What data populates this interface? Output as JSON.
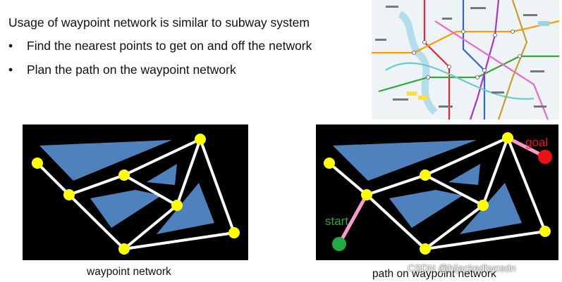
{
  "slide": {
    "headline": "Usage of waypoint network is similar to subway system",
    "bullets": [
      "Find the nearest points to get on and off the network",
      "Plan the path on the waypoint network"
    ],
    "bullet_glyph": "•"
  },
  "left_diagram": {
    "caption": "waypoint network"
  },
  "right_diagram": {
    "caption": "path on waypoint network",
    "start_label": "start",
    "goal_label": "goal"
  },
  "watermark": "CSDN @hijackedbycsdn",
  "colors": {
    "background": "#000000",
    "obstacle": "#4f81bd",
    "edge": "#ffffff",
    "waypoint": "#ffff00",
    "path_link": "#ff99cc",
    "start": "#22aa44",
    "goal": "#ee1111",
    "start_label": "#22aa44",
    "goal_label": "#ee1111"
  },
  "icons": {
    "subway_map": "subway-map-thumbnail"
  }
}
